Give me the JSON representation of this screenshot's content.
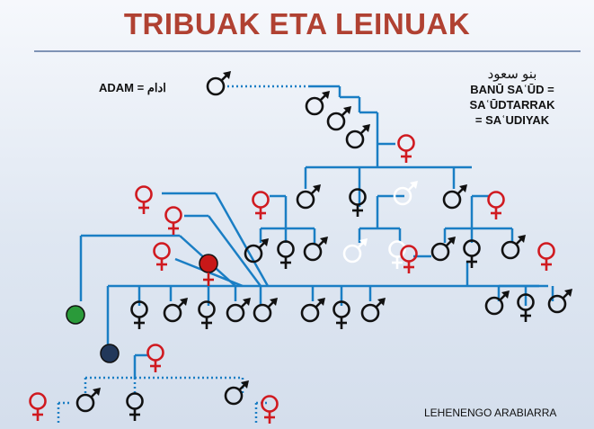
{
  "title": "TRIBUAK ETA LEINUAK",
  "adam_label": "ADAM = ادام",
  "saud": {
    "arabic": "بنو سعود",
    "line1": "BANŪ SAʿŪD =",
    "line2": "SAʿŪDTARRAK",
    "line3": "= SAʿUDIYAK"
  },
  "footer": "LEHENENGO ARABIARRA",
  "colors": {
    "title": "#b04132",
    "line": "#1a7ec4",
    "male": "#111111",
    "female": "#d01a20",
    "white": "#ffffff",
    "green_dot": "#2a9a3a",
    "red_dot": "#c81818",
    "navy_dot": "#22385a"
  },
  "symbols": {
    "male": "male-symbol",
    "female": "female-symbol"
  }
}
